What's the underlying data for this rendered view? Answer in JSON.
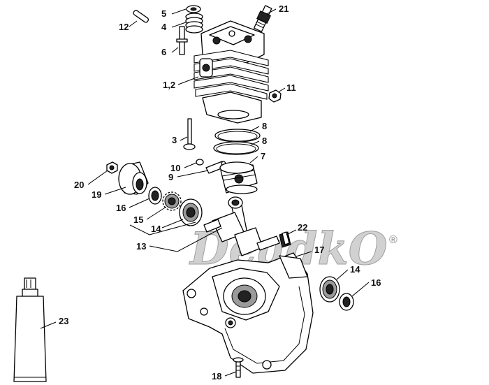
{
  "callouts": {
    "c5": "5",
    "c4": "4",
    "c12": "12",
    "c21": "21",
    "c6": "6",
    "c12b": "1,2",
    "c11": "11",
    "c3": "3",
    "c8a": "8",
    "c8b": "8",
    "c7": "7",
    "c10": "10",
    "c9": "9",
    "c20": "20",
    "c19": "19",
    "c16": "16",
    "c15": "15",
    "c14": "14",
    "c13": "13",
    "c22": "22",
    "c17": "17",
    "c14b": "14",
    "c16b": "16",
    "c23": "23",
    "c18": "18"
  },
  "watermark": {
    "text": "DeadkO",
    "mark": "®"
  }
}
